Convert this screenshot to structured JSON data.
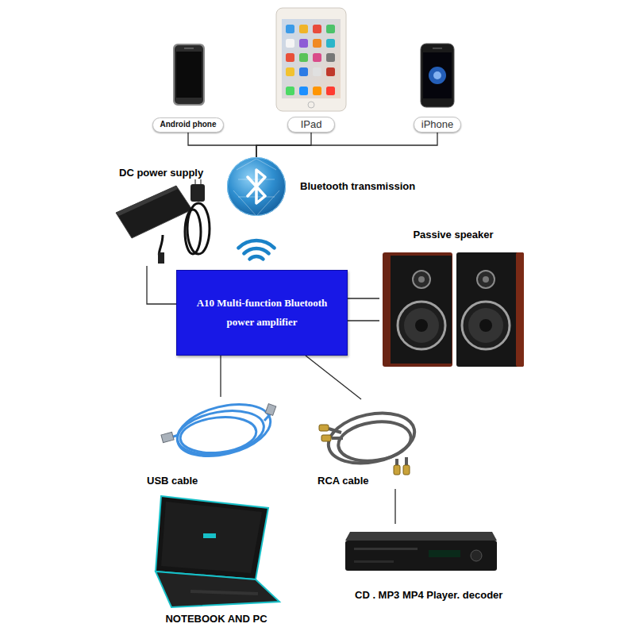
{
  "diagram": {
    "nodes": [
      {
        "text": [
          "Android phone"
        ]
      },
      {
        "text": [
          "IPad"
        ]
      },
      {
        "text": [
          "iPhone"
        ]
      },
      {
        "text": [
          "DC power supply"
        ]
      },
      {
        "text": [
          "Bluetooth transmission"
        ]
      },
      {
        "text": [
          "A10 Multi-function Bluetooth power amplifier"
        ]
      },
      {
        "text": [
          "Passive speaker"
        ]
      },
      {
        "text": [
          "USB cable"
        ]
      },
      {
        "text": [
          "RCA cable"
        ]
      },
      {
        "text": [
          "NOTEBOOK AND PC"
        ]
      },
      {
        "text": [
          "CD . MP3 MP4 Player. decoder"
        ]
      }
    ],
    "edges": [
      {
        "from": 0,
        "to": 4,
        "arrow": "none"
      },
      {
        "from": 1,
        "to": 4,
        "arrow": "none"
      },
      {
        "from": 2,
        "to": 4,
        "arrow": "none"
      },
      {
        "from": 3,
        "to": 5,
        "arrow": "none"
      },
      {
        "from": 5,
        "to": 6,
        "arrow": "none"
      },
      {
        "from": 5,
        "to": 6,
        "arrow": "none"
      },
      {
        "from": 5,
        "to": 7,
        "arrow": "none"
      },
      {
        "from": 5,
        "to": 8,
        "arrow": "none"
      },
      {
        "from": 8,
        "to": 10,
        "arrow": "none"
      }
    ]
  }
}
